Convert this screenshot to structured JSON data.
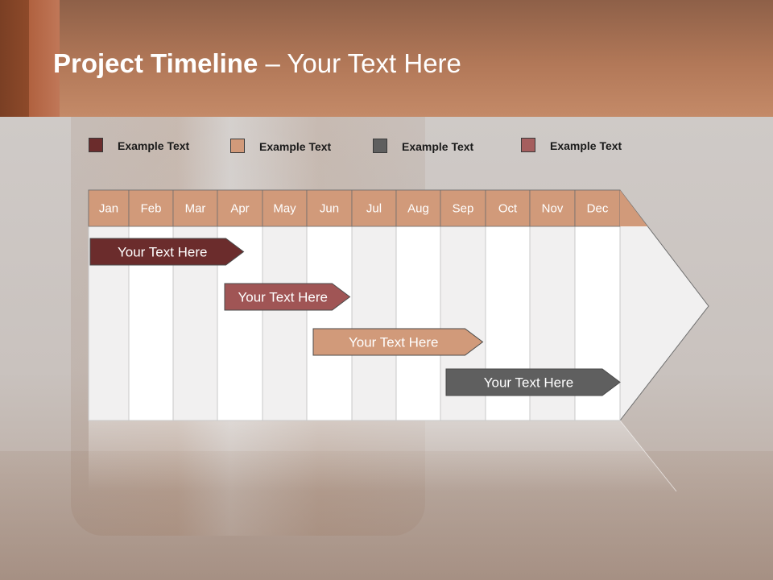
{
  "slide": {
    "title_bold": "Project Timeline",
    "title_rest": " – Your Text Here"
  },
  "legend": [
    {
      "label": "Example Text",
      "color": "#6b2c2c"
    },
    {
      "label": "Example Text",
      "color": "#d19a7a"
    },
    {
      "label": "Example Text",
      "color": "#5f5f5f"
    },
    {
      "label": "Example Text",
      "color": "#a55e5e"
    }
  ],
  "chart_data": {
    "type": "gantt",
    "months": [
      "Jan",
      "Feb",
      "Mar",
      "Apr",
      "May",
      "Jun",
      "Jul",
      "Aug",
      "Sep",
      "Oct",
      "Nov",
      "Dec"
    ],
    "header_color": "#d19a7a",
    "tasks": [
      {
        "label": "Your  Text Here",
        "start": 0.0,
        "end": 3.5,
        "color": "#6b2c2c"
      },
      {
        "label": "Your  Text Here",
        "start": 3.0,
        "end": 5.9,
        "color": "#a05555"
      },
      {
        "label": "Your  Text Here",
        "start": 5.0,
        "end": 8.9,
        "color": "#d19a7a"
      },
      {
        "label": "Your  Text Here",
        "start": 8.0,
        "end": 12.0,
        "color": "#5f5f5f"
      }
    ]
  }
}
